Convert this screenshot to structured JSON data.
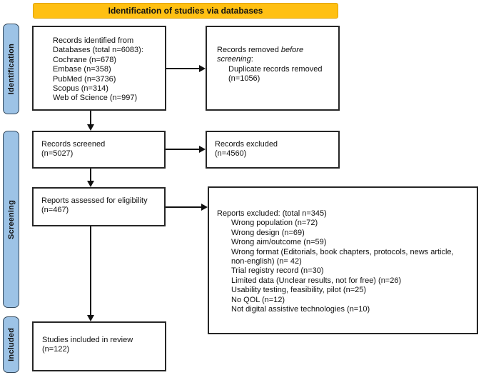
{
  "banner": {
    "label": "Identification of studies via databases"
  },
  "colors": {
    "banner_bg": "#FFC013",
    "phase_label_bg": "#9DC3E6",
    "box_border": "#262626",
    "arrow": "#111111"
  },
  "sidebar": {
    "identification": "Identification",
    "screening": "Screening",
    "included": "Included"
  },
  "boxes": {
    "records_identified": {
      "lines": [
        "Records identified from",
        "Databases (total n=6083):",
        "Cochrane (n=678)",
        "Embase (n=358)",
        "PubMed (n=3736)",
        "Scopus (n=314)",
        "Web of Science (n=997)"
      ]
    },
    "records_removed": {
      "prefix": "Records removed ",
      "italic_line1": "before",
      "italic_line2": "screening",
      "suffix": ":",
      "item": "Duplicate records removed (n=1056)"
    },
    "records_screened": {
      "lines": [
        "Records screened",
        "(n=5027)"
      ]
    },
    "records_excluded": {
      "lines": [
        "Records excluded",
        "(n=4560)"
      ]
    },
    "reports_assessed": {
      "lines": [
        "Reports assessed for eligibility",
        "(n=467)"
      ]
    },
    "reports_excluded": {
      "title": "Reports excluded: (total n=345)",
      "items": [
        "Wrong population (n=72)",
        "Wrong design (n=69)",
        "Wrong aim/outcome (n=59)",
        "Wrong format (Editorials, book chapters, protocols, news article, non-english) (n= 42)",
        "Trial registry record (n=30)",
        "Limited data (Unclear results, not for free) (n=26)",
        "Usability testing, feasibility, pilot (n=25)",
        "No QOL (n=12)",
        "Not digital assistive technologies (n=10)"
      ]
    },
    "studies_included": {
      "lines": [
        "Studies included in review",
        "(n=122)"
      ]
    }
  }
}
